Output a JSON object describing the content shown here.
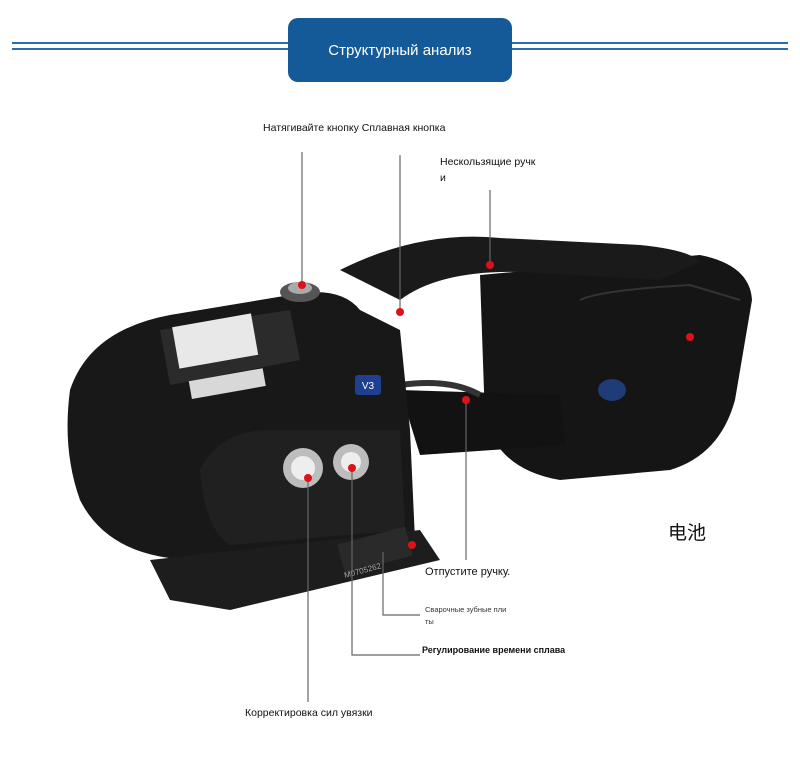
{
  "header": {
    "title": "Структурный анализ"
  },
  "labels": {
    "tension_fusion_button": "Натягивайте кнопку Сплавная кнопка",
    "nonslip_handle_1": "Нескользящие ручк",
    "nonslip_handle_2": "и",
    "battery": "电池",
    "release_handle": "Отпустите ручку.",
    "welding_plates_1": "Сварочные зубные пли",
    "welding_plates_2": "ты",
    "fusion_time": "Регулирование времени сплава",
    "tension_force": "Корректировка сил увязки"
  },
  "device": {
    "serial": "M0705262",
    "badge": "V3"
  },
  "colors": {
    "accent": "#155a98",
    "marker": "#e0101a",
    "body": "#161616"
  }
}
